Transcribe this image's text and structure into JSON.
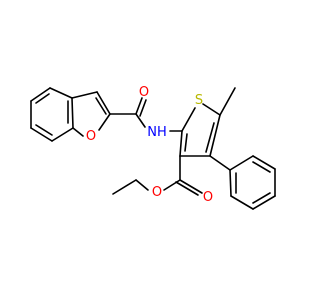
{
  "molecule": {
    "atom_labels": {
      "amide_oxygen": "O",
      "ring_oxygen": "O",
      "nh": "NH",
      "sulfur": "S",
      "ester_carbonyl_oxygen": "O",
      "ester_oxygen": "O"
    },
    "colors": {
      "bond": "#000000",
      "oxygen": "#ff0000",
      "nitrogen": "#0000ff",
      "sulfur": "#b8b800",
      "background": "#ffffff"
    }
  }
}
